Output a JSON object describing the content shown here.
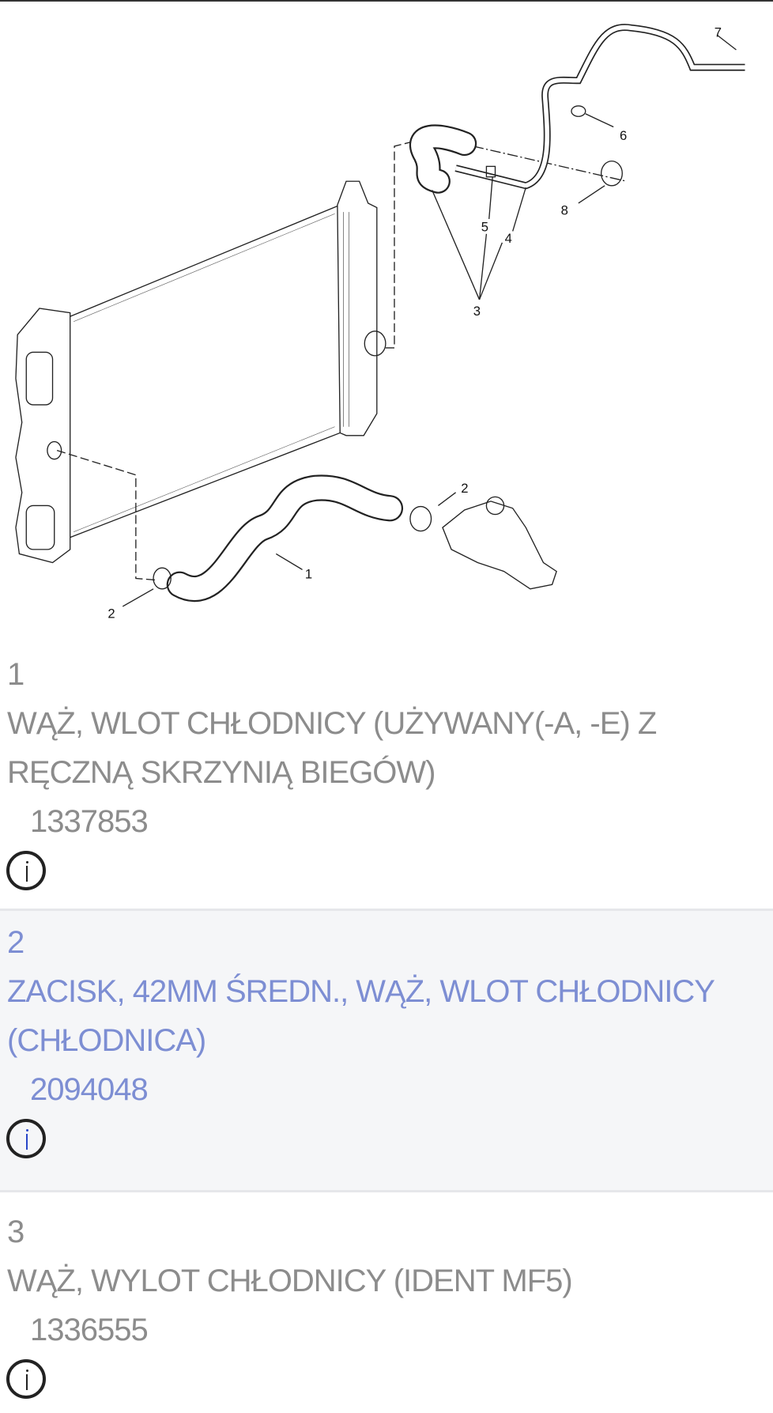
{
  "diagram": {
    "callouts": [
      "7",
      "6",
      "8",
      "5",
      "4",
      "3",
      "2",
      "1",
      "2"
    ]
  },
  "items": [
    {
      "number": "1",
      "title_line1": "WĄŻ, WLOT CHŁODNICY (UŻYWANY(-A, -E) Z",
      "title_line2": "RĘCZNĄ SKRZYNIĄ BIEGÓW)",
      "part": "1337853",
      "icon": "info-icon"
    },
    {
      "number": "2",
      "title_line1": "ZACISK, 42MM ŚREDN., WĄŻ, WLOT CHŁODNICY",
      "title_line2": "(CHŁODNICA)",
      "part": "2094048",
      "icon": "info-icon"
    },
    {
      "number": "3",
      "title_line1": "WĄŻ, WYLOT CHŁODNICY (IDENT MF5)",
      "part": "1336555",
      "icon": "info-icon"
    }
  ],
  "colors": {
    "text": "#8c8c8c",
    "selected_text": "#7d8ed3",
    "selected_bg": "#f5f6f8",
    "info_dot_selected": "#2846c8"
  }
}
